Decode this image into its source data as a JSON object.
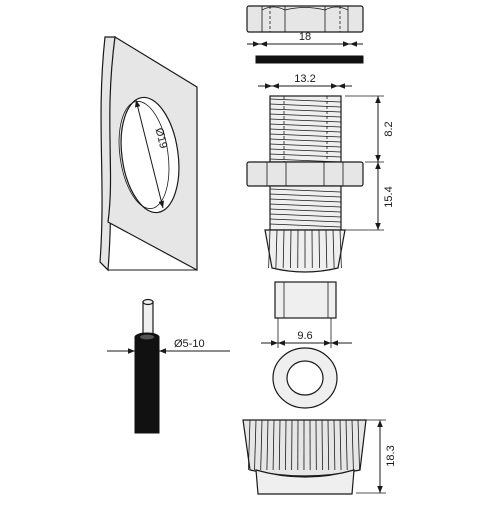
{
  "dimensions": {
    "nut_width": "18",
    "thread_diameter": "13.2",
    "upper_thread_length": "8.2",
    "lower_body_length": "15.4",
    "panel_hole_diameter": "Ø19",
    "cable_diameter": "Ø5-10",
    "insert_diameter": "9.6",
    "cap_height": "18.3"
  }
}
